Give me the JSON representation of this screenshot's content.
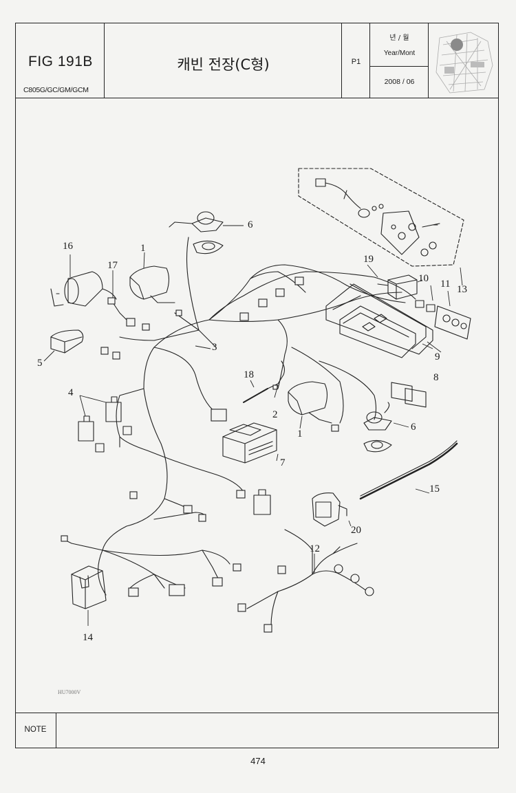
{
  "header": {
    "fig_title": "FIG 191B",
    "models": "C805G/GC/GM/GCM",
    "title": "캐빈 전장(C형)",
    "page": "P1",
    "year_month_ko": "년 / 월",
    "year_month_en": "Year/Mont",
    "date": "2008 / 06"
  },
  "diagram": {
    "code": "HU7000V",
    "callouts": [
      "1",
      "1",
      "2",
      "3",
      "4",
      "5",
      "6",
      "6",
      "7",
      "8",
      "9",
      "10",
      "11",
      "12",
      "13",
      "14",
      "15",
      "16",
      "17",
      "18",
      "19",
      "20"
    ]
  },
  "footer": {
    "note_label": "NOTE",
    "page_number": "474"
  }
}
